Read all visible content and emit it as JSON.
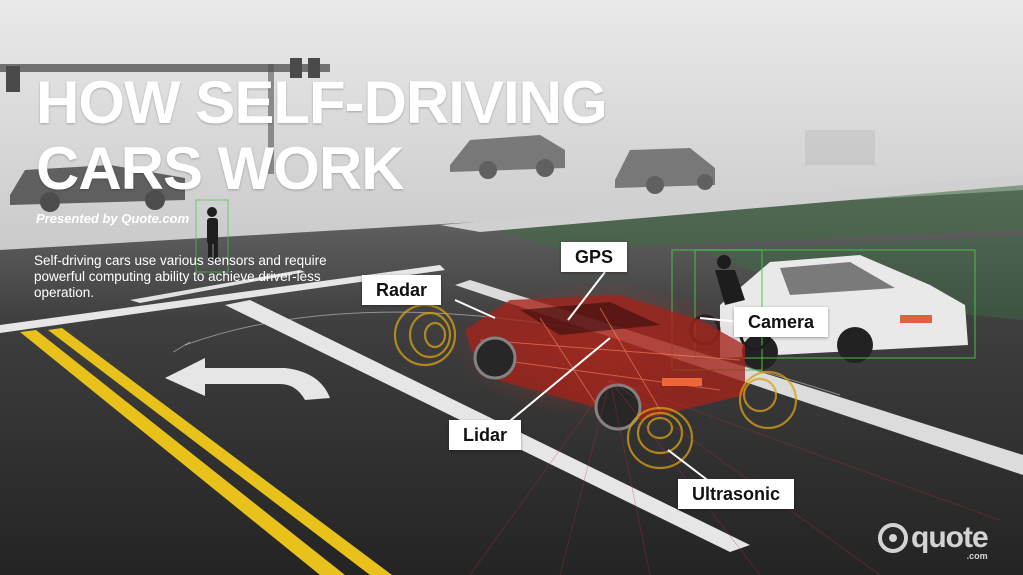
{
  "title": {
    "line1": "HOW SELF-DRIVING",
    "line2": "CARS WORK"
  },
  "presenter": "Presented by Quote.com",
  "intro": "Self-driving cars use various sensors and require powerful computing ability to achieve driver-less operation.",
  "callouts": {
    "gps": "GPS",
    "radar": "Radar",
    "camera": "Camera",
    "lidar": "Lidar",
    "ultrasonic": "Ultrasonic"
  },
  "brand": {
    "name": "quote",
    "suffix": ".com"
  },
  "colors": {
    "road": "#2e2e2e",
    "fog": "#d4d4d4",
    "lane_yellow": "#e8c21a",
    "sensor_red": "#c8322a",
    "sensor_amber": "#d8a018",
    "bounding_green": "#4cc24c"
  },
  "icons": {
    "turn_arrow": "left-turn-arrow-icon",
    "brand_mark": "quote-logo-icon"
  }
}
